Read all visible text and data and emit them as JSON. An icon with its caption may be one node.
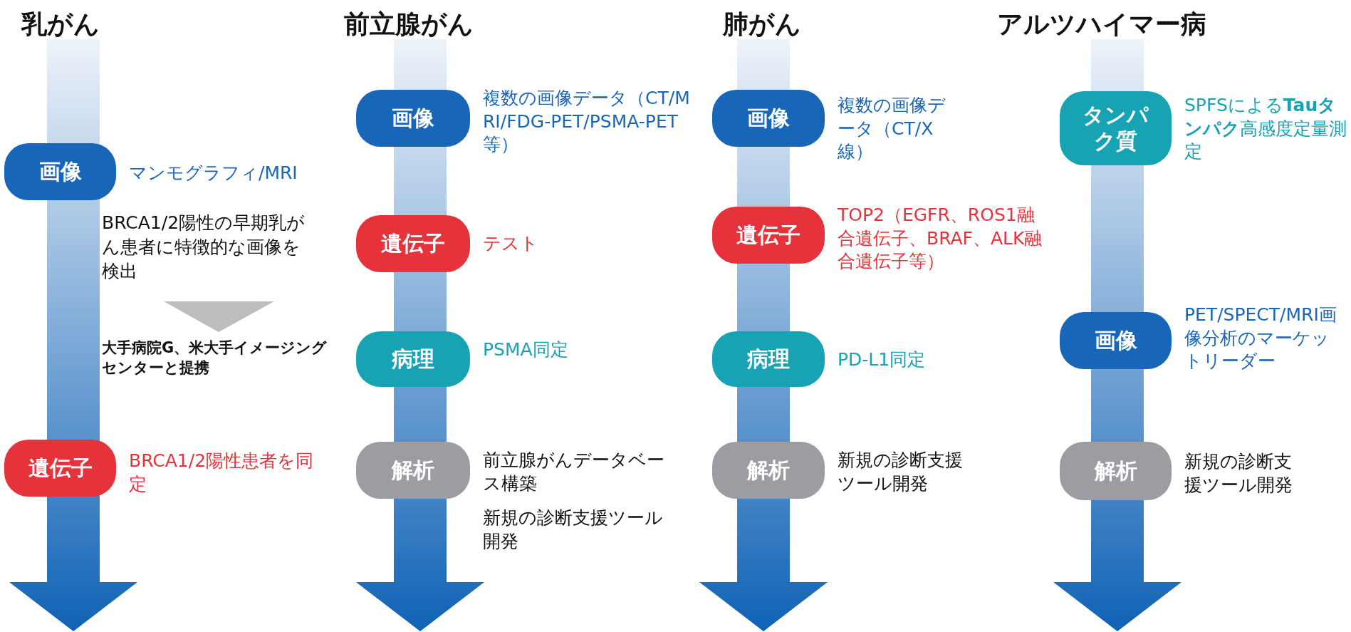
{
  "diagram": {
    "nodes": [
      {
        "text": [
          "画像"
        ],
        "beside": [
          "マンモグラフィ/MRI"
        ]
      },
      {
        "text": [
          "遺伝子"
        ],
        "beside": [
          "BRCA1/2陽性患者を同定"
        ]
      },
      {
        "text": [
          "画像"
        ],
        "beside": [
          "複数の画像データ（CT/MRI/FDG-PET/PSMA-PET等）"
        ]
      },
      {
        "text": [
          "遺伝子"
        ],
        "beside": [
          "テスト"
        ]
      },
      {
        "text": [
          "病理"
        ],
        "beside": [
          "PSMA同定"
        ]
      },
      {
        "text": [
          "解析"
        ],
        "beside": [
          "前立腺がんデータベース構築",
          "新規の診断支援ツール開発"
        ]
      },
      {
        "text": [
          "画像"
        ],
        "beside": [
          "複数の画像データ（CT/X線）"
        ]
      },
      {
        "text": [
          "遺伝子"
        ],
        "beside": [
          "TOP2（EGFR、ROS1融合遺伝子、BRAF、ALK融合遺伝子等）"
        ]
      },
      {
        "text": [
          "病理"
        ],
        "beside": [
          "PD-L1同定"
        ]
      },
      {
        "text": [
          "解析"
        ],
        "beside": [
          "新規の診断支援ツール開発"
        ]
      },
      {
        "text": [
          "タンパク質"
        ],
        "beside": [
          "SPFSによる**Tauタンパク**高感度定量測定"
        ]
      },
      {
        "text": [
          "画像"
        ],
        "beside": [
          "PET/SPECT/MRI画像分析のマーケットリーダー"
        ]
      },
      {
        "text": [
          "解析"
        ],
        "beside": [
          "新規の診断支援ツール開発"
        ]
      }
    ],
    "labels": [
      "乳がん",
      "前立腺がん",
      "肺がん",
      "アルツハイマー病",
      "BRCA1/2陽性の早期乳がん患者に特徴的な画像を検出",
      "大手病院G、米大手イメージングセンターと提携"
    ]
  }
}
